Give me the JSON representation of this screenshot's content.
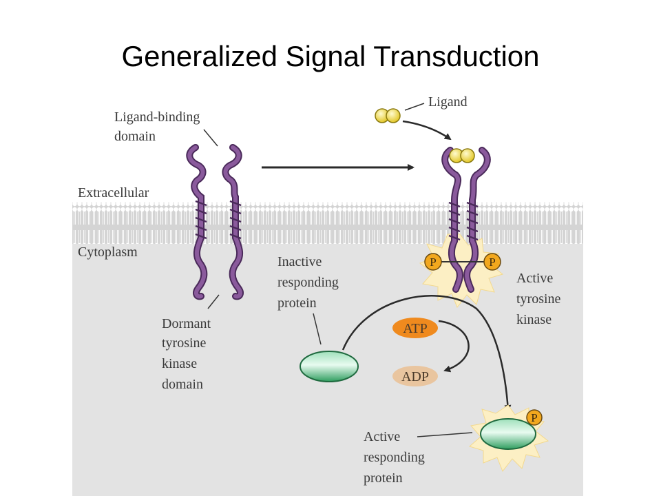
{
  "title": "Generalized Signal Transduction",
  "labels": {
    "ligand_binding_domain": [
      "Ligand-binding",
      "domain"
    ],
    "ligand": "Ligand",
    "extracellular": "Extracellular",
    "cytoplasm": "Cytoplasm",
    "inactive_protein": [
      "Inactive",
      "responding",
      "protein"
    ],
    "active_kinase": [
      "Active",
      "tyrosine",
      "kinase"
    ],
    "dormant_kinase": [
      "Dormant",
      "tyrosine",
      "kinase",
      "domain"
    ],
    "active_protein": [
      "Active",
      "responding",
      "protein"
    ],
    "atp": "ATP",
    "adp": "ADP",
    "phosphate": "P"
  },
  "colors": {
    "receptor": "#7b4f8c",
    "receptor_dark": "#4a2a5a",
    "membrane": "#d2d2d2",
    "cytoplasm": "#e3e3e3",
    "ligand": "#f4e23a",
    "protein": "#5cc48a",
    "atp": "#ef8a1e",
    "adp": "#e9c59f",
    "phosphate": "#f2a81e",
    "starburst": "#fcefc4"
  }
}
